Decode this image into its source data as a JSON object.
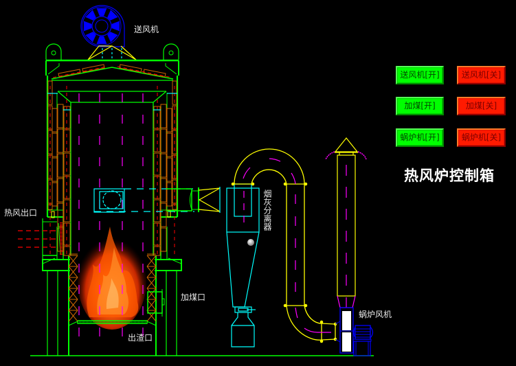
{
  "panel": {
    "title": "热风炉控制箱",
    "buttons": [
      {
        "id": "blower-on",
        "label": "送风机[开]",
        "state": "on"
      },
      {
        "id": "blower-off",
        "label": "送风机[关]",
        "state": "off"
      },
      {
        "id": "coal-on",
        "label": "加煤[开]",
        "state": "on"
      },
      {
        "id": "coal-off",
        "label": "加煤[关]",
        "state": "off"
      },
      {
        "id": "volute-fan-on",
        "label": "蜗炉机[开]",
        "state": "on"
      },
      {
        "id": "volute-fan-off",
        "label": "蜗炉机[关]",
        "state": "off"
      }
    ]
  },
  "labels": {
    "blower": "送风机",
    "hot_air_outlet": "热风出口",
    "coal_inlet": "加煤口",
    "slag_outlet": "出渣口",
    "dust_separator": "烟灰分离器",
    "volute_fan": "蜗炉风机"
  },
  "colors": {
    "background": "#000000",
    "furnace_frame": "#00ff00",
    "refractory_brick": "#cc6600",
    "center_line": "#ff00ff",
    "duct": "#ffff00",
    "separator": "#00ffff",
    "fan": "#0000ff",
    "fire_glow": "#ff5a00",
    "button_on": "#00ff00",
    "button_off": "#ff1a00",
    "hidden_line": "#ff0000",
    "label_text": "#e8e8e8"
  }
}
